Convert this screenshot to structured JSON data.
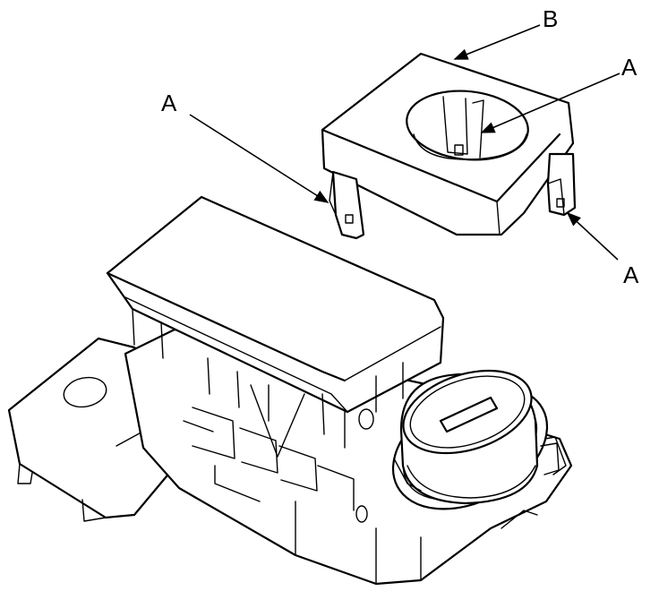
{
  "callouts": {
    "b_top": "B",
    "a_top_right": "A",
    "a_left": "A",
    "a_bottom_right": "A"
  },
  "colors": {
    "line": "#000000",
    "fill": "#ffffff"
  }
}
